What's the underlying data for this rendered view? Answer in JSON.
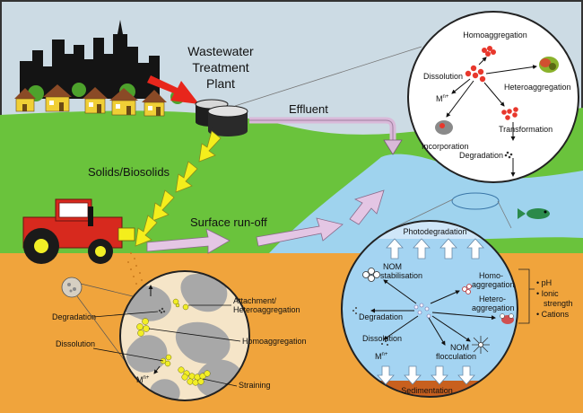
{
  "labels": {
    "wwtp": [
      "Wastewater",
      "Treatment",
      "Plant"
    ],
    "effluent": "Effluent",
    "solids": "Solids/Biosolids",
    "runoff": "Surface run-off",
    "top": {
      "homoaggregation": "Homoaggregation",
      "dissolution": "Dissolution",
      "heteroaggregation": "Heteroaggregation",
      "mn": "M",
      "mn_sup": "n+",
      "transformation": "Transformation",
      "incorporation": "Incorporation",
      "degradation": "Degradation"
    },
    "water": {
      "photodegradation": "Photodegradation",
      "nom_stab": [
        "NOM",
        "stabilisation"
      ],
      "homo": [
        "Homo-",
        "aggregation"
      ],
      "hetero": [
        "Hetero-",
        "aggregation"
      ],
      "degradation": "Degradation",
      "dissolution": "Dissolution",
      "mn": "M",
      "mn_sup": "n+",
      "nom_floc": [
        "NOM",
        "flocculation"
      ],
      "sedimentation": "Sedimentation",
      "factors": [
        "• pH",
        "• Ionic",
        "strength",
        "• Cations"
      ]
    },
    "soil": {
      "attachment": [
        "Attachment/",
        "Heteroaggregation"
      ],
      "degradation": "Degradation",
      "homoaggregation": "Homoaggregation",
      "dissolution": "Dissolution",
      "mn": "M",
      "mn_sup": "n+",
      "straining": "Straining"
    }
  },
  "colors": {
    "sky": "#ccdbe4",
    "grass": "#6ac33c",
    "soil": "#f0a43c",
    "river": "#9fd3ee",
    "pink_arrow": "#e4c6e4",
    "yellow_arrow": "#f4ee1c",
    "red_arrow": "#e8261c",
    "particle_red": "#e8372c",
    "particle_yellow": "#f2ee26",
    "water_bubble": "#a4d4f2",
    "soil_bubble": "#f5e5c8",
    "rock": "#a8a8a8",
    "sediment": "#c8601e"
  }
}
